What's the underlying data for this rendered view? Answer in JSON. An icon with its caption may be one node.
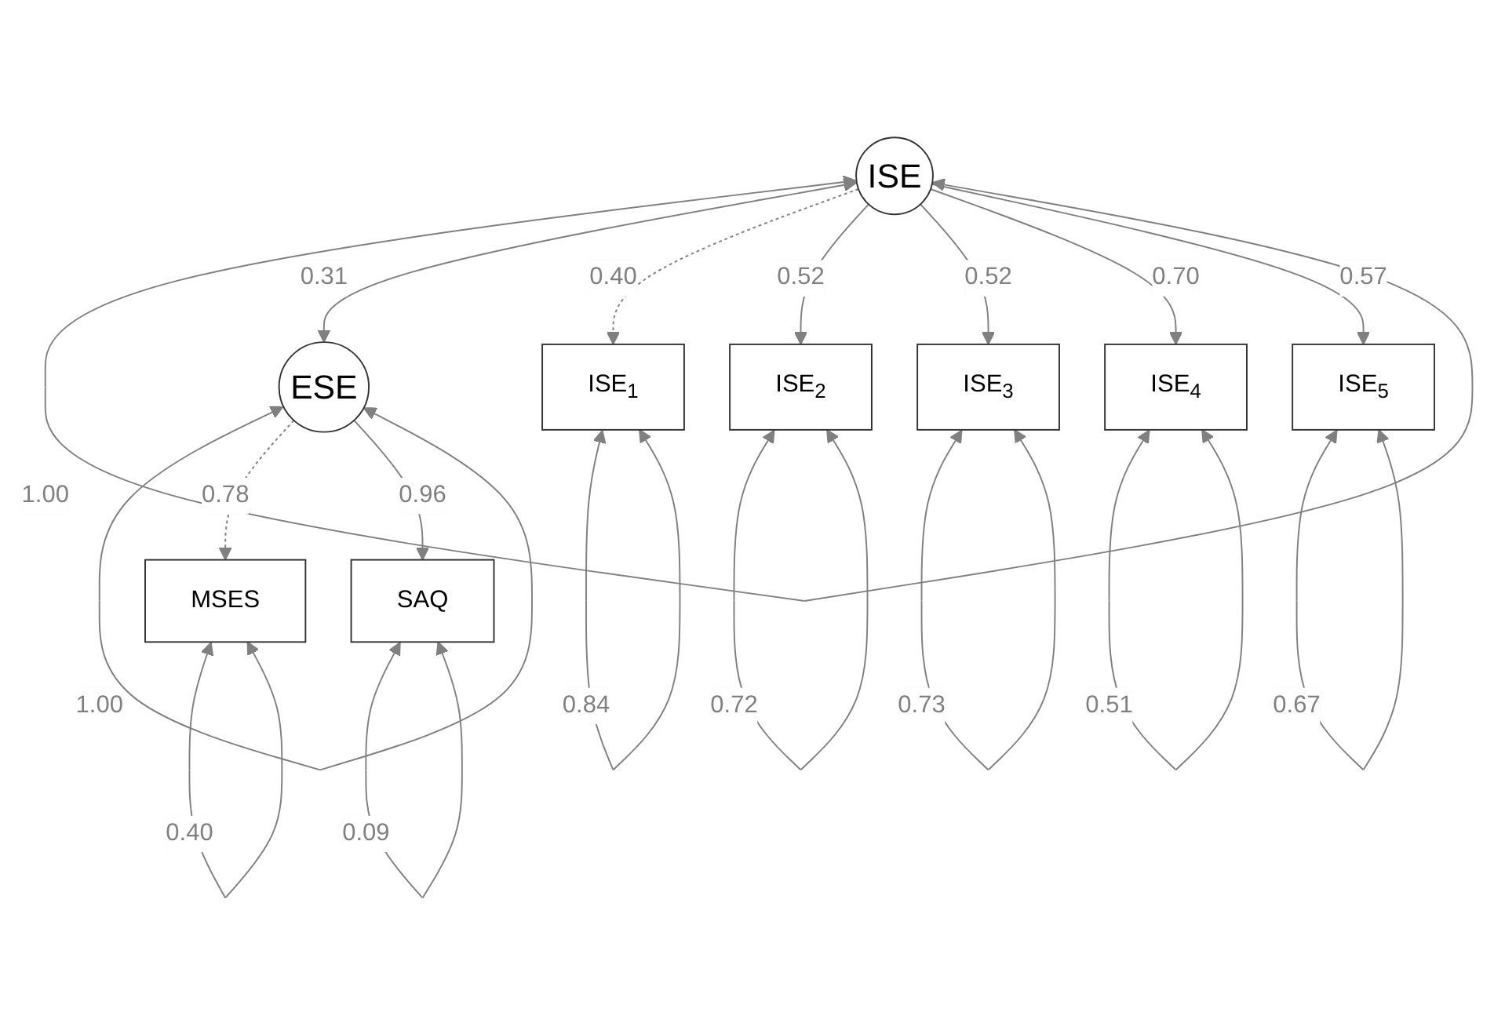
{
  "diagram": {
    "nodes": [
      {
        "text": [
          "ISE"
        ]
      },
      {
        "text": [
          "ESE"
        ]
      },
      {
        "text": [
          "ISE$_{1}$"
        ]
      },
      {
        "text": [
          "ISE$_{2}$"
        ]
      },
      {
        "text": [
          "ISE$_{3}$"
        ]
      },
      {
        "text": [
          "ISE$_{4}$"
        ]
      },
      {
        "text": [
          "ISE$_{5}$"
        ]
      },
      {
        "text": [
          "MSES"
        ]
      },
      {
        "text": [
          "SAQ"
        ]
      }
    ],
    "edges": [
      {
        "from": 0,
        "to": 0,
        "arrow": "both",
        "label": "1.00"
      },
      {
        "from": 1,
        "to": 1,
        "arrow": "both",
        "label": "1.00"
      },
      {
        "from": 0,
        "to": 1,
        "arrow": "both",
        "label": "0.31"
      },
      {
        "from": 0,
        "to": 2,
        "arrow": "to",
        "label": "0.40",
        "style": "dashed"
      },
      {
        "from": 0,
        "to": 3,
        "arrow": "to",
        "label": "0.52"
      },
      {
        "from": 0,
        "to": 4,
        "arrow": "to",
        "label": "0.52"
      },
      {
        "from": 0,
        "to": 5,
        "arrow": "to",
        "label": "0.70"
      },
      {
        "from": 0,
        "to": 6,
        "arrow": "to",
        "label": "0.57"
      },
      {
        "from": 1,
        "to": 7,
        "arrow": "to",
        "label": "0.78",
        "style": "dashed"
      },
      {
        "from": 1,
        "to": 8,
        "arrow": "to",
        "label": "0.96"
      },
      {
        "from": 2,
        "to": 2,
        "arrow": "both",
        "label": "0.84"
      },
      {
        "from": 3,
        "to": 3,
        "arrow": "both",
        "label": "0.72"
      },
      {
        "from": 4,
        "to": 4,
        "arrow": "both",
        "label": "0.73"
      },
      {
        "from": 5,
        "to": 5,
        "arrow": "both",
        "label": "0.51"
      },
      {
        "from": 6,
        "to": 6,
        "arrow": "both",
        "label": "0.67"
      },
      {
        "from": 7,
        "to": 7,
        "arrow": "both",
        "label": "0.40"
      },
      {
        "from": 8,
        "to": 8,
        "arrow": "both",
        "label": "0.09"
      }
    ]
  }
}
